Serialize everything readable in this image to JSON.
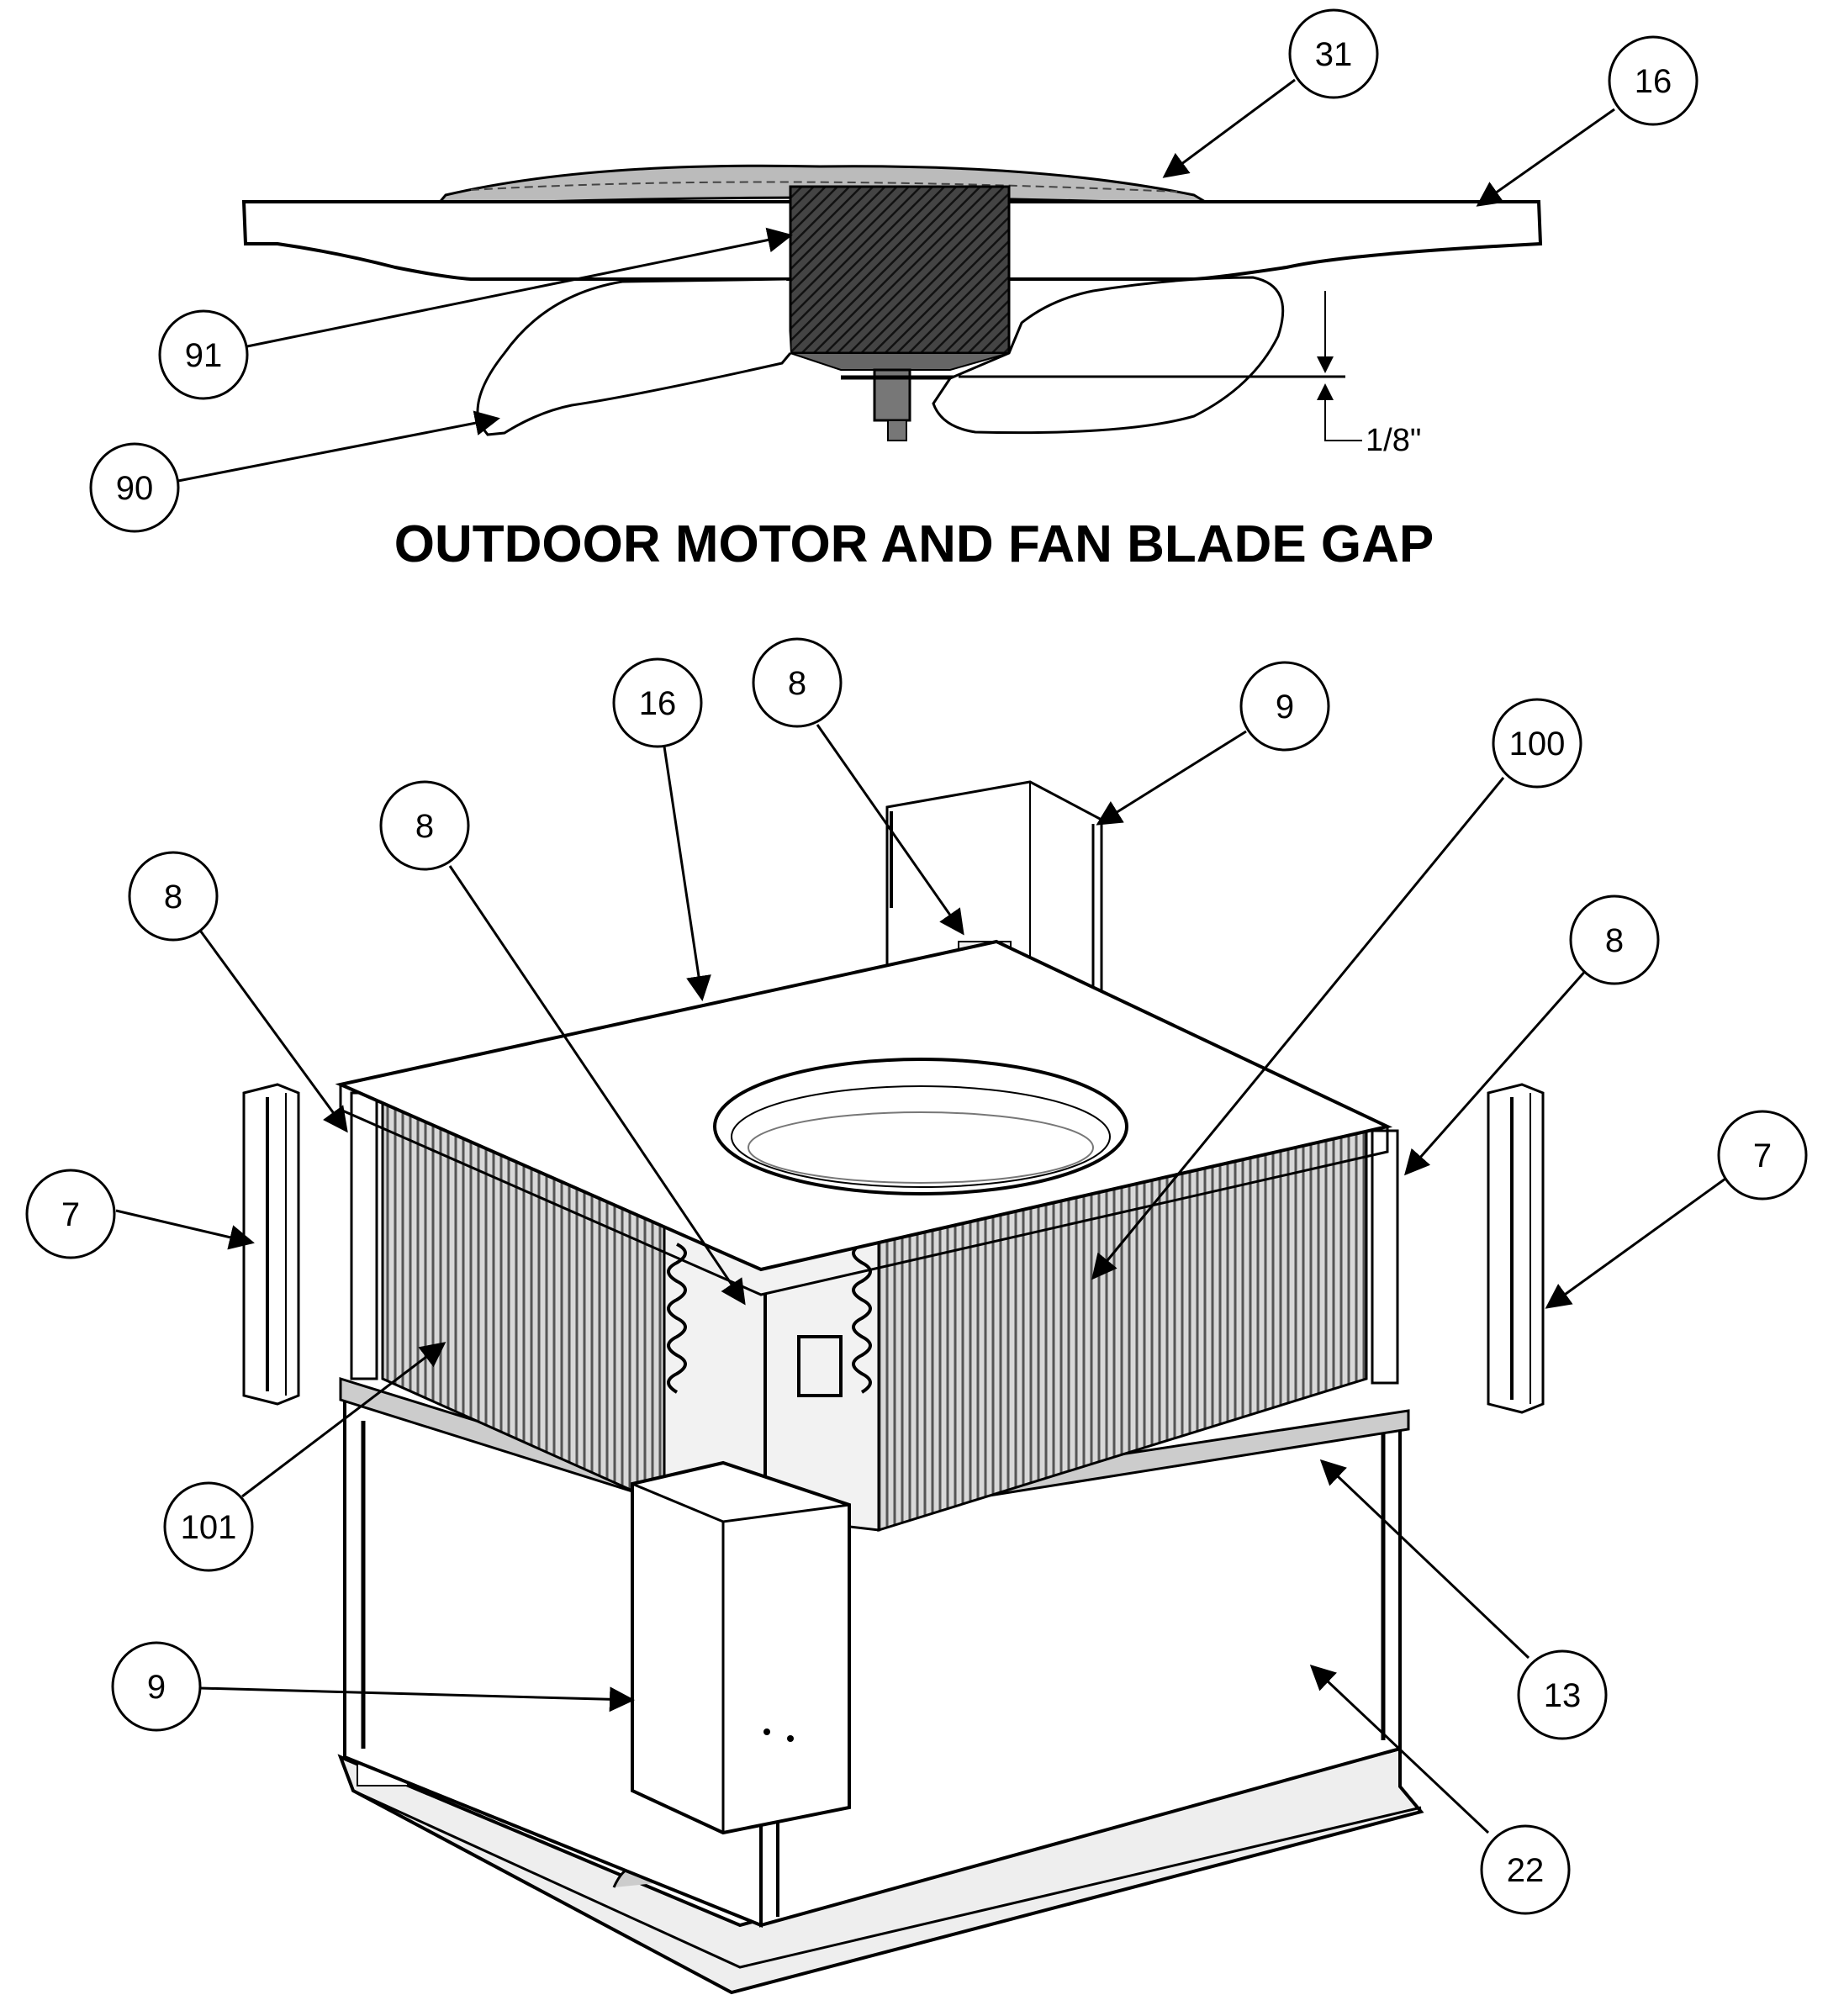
{
  "title": "OUTDOOR MOTOR AND FAN BLADE GAP",
  "dimension": "1/8\"",
  "callouts": {
    "c31": "31",
    "c16_top": "16",
    "c91": "91",
    "c90": "90",
    "c16": "16",
    "c8_top": "8",
    "c9_top": "9",
    "c100": "100",
    "c8_mid": "8",
    "c8_left": "8",
    "c8_right": "8",
    "c7_left": "7",
    "c7_right": "7",
    "c101": "101",
    "c9_bottom": "9",
    "c13": "13",
    "c22": "22"
  }
}
